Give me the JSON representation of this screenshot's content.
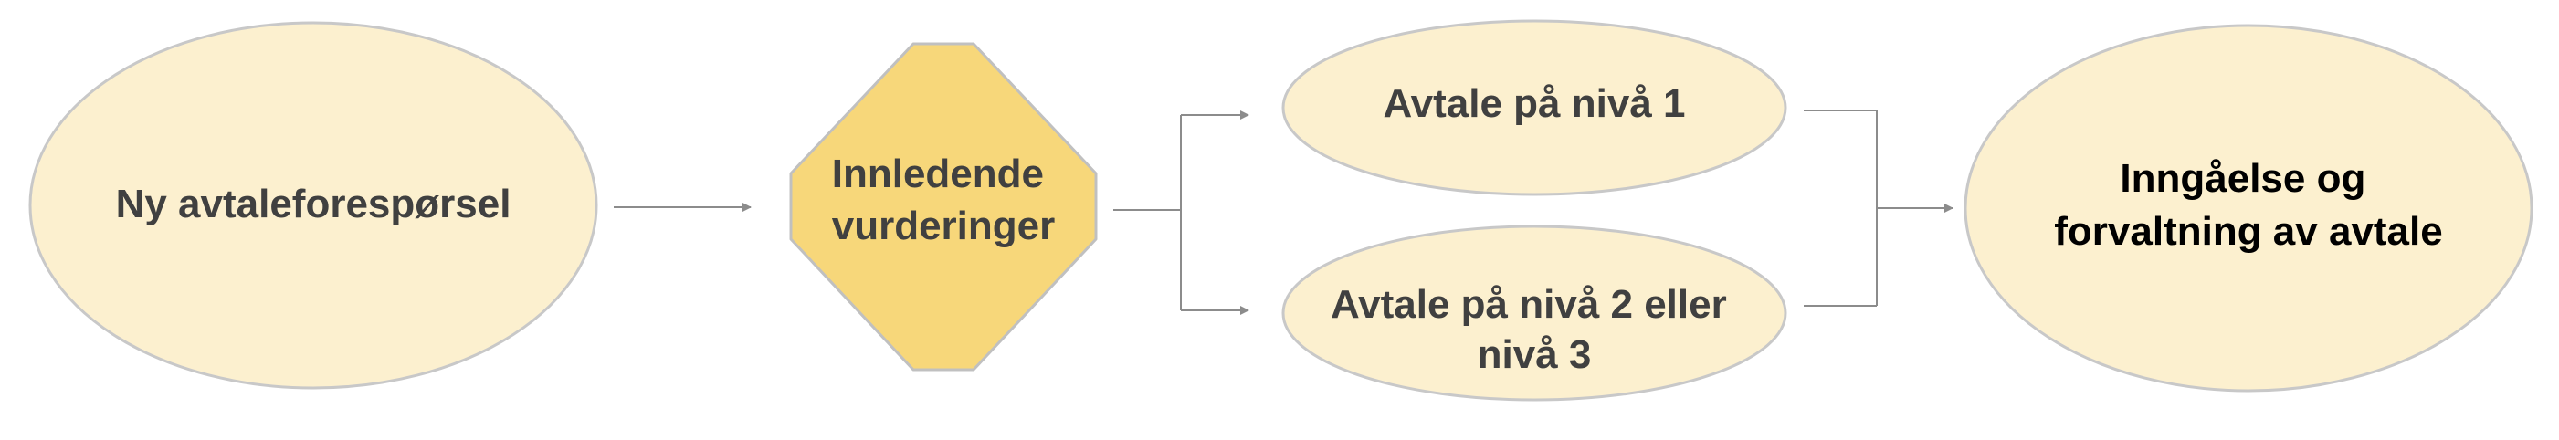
{
  "nodes": {
    "start": {
      "lines": [
        "Ny avtaleforespørsel"
      ]
    },
    "decision": {
      "lines": [
        "Innledende",
        "vurderinger"
      ]
    },
    "level1": {
      "lines": [
        "Avtale på nivå 1"
      ]
    },
    "level23": {
      "lines": [
        "Avtale på nivå 2 eller",
        "nivå 3"
      ]
    },
    "end": {
      "lines": [
        "Inngåelse og",
        "forvaltning av avtale"
      ]
    }
  },
  "colors": {
    "ellipse_fill": "#fcf0cf",
    "ellipse_stroke": "#c8c8c8",
    "diamond_fill": "#f7d77a",
    "diamond_stroke": "#c0c0c0",
    "connector": "#8c8c8c",
    "text": "#404040",
    "text_dark": "#000000"
  }
}
